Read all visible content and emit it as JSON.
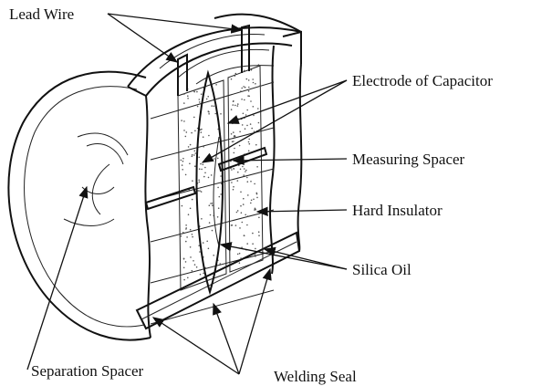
{
  "labels": {
    "lead_wire": "Lead Wire",
    "electrode": "Electrode of Capacitor",
    "measuring_spacer": "Measuring Spacer",
    "hard_insulator": "Hard Insulator",
    "silica_oil": "Silica Oil",
    "separation_spacer": "Separation Spacer",
    "welding_seal": "Welding Seal"
  },
  "colors": {
    "ink": "#111111",
    "oil_dots": "#555555",
    "background": "#ffffff"
  }
}
